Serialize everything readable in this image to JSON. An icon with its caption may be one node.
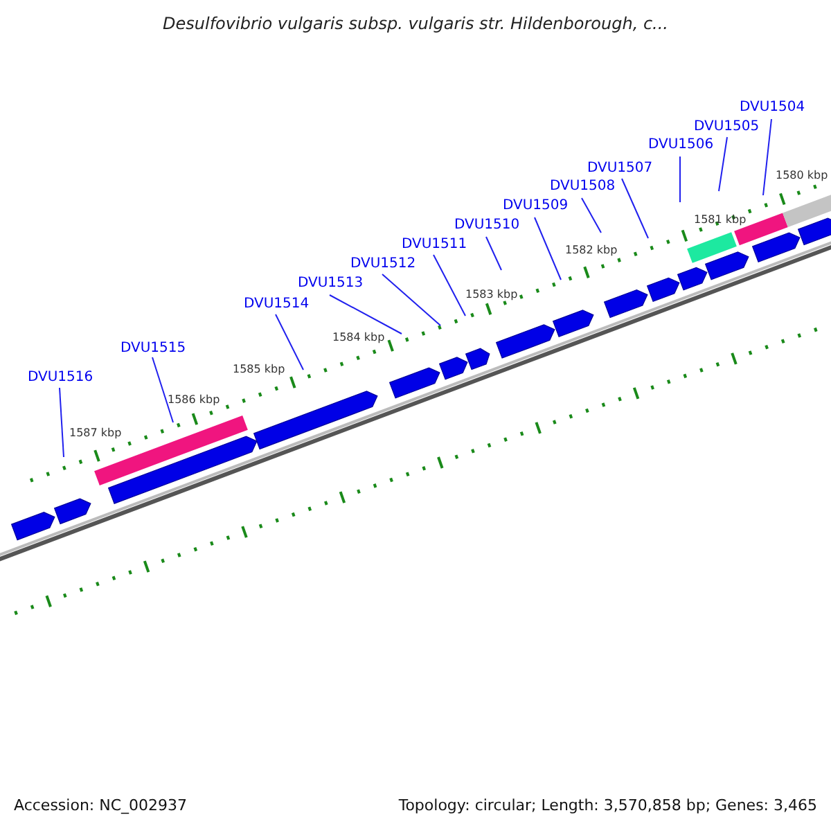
{
  "diagram": {
    "title": "Desulfovibrio vulgaris subsp. vulgaris str. Hildenborough, c...",
    "nodes": [
      {
        "text": [
          "DVU1516"
        ]
      },
      {
        "text": [
          "DVU1515"
        ]
      },
      {
        "text": [
          "DVU1514"
        ]
      },
      {
        "text": [
          "DVU1513"
        ]
      },
      {
        "text": [
          "DVU1512"
        ]
      },
      {
        "text": [
          "DVU1511"
        ]
      },
      {
        "text": [
          "DVU1510"
        ]
      },
      {
        "text": [
          "DVU1509"
        ]
      },
      {
        "text": [
          "DVU1508"
        ]
      },
      {
        "text": [
          "DVU1507"
        ]
      },
      {
        "text": [
          "DVU1506"
        ]
      },
      {
        "text": [
          "DVU1505"
        ]
      },
      {
        "text": [
          "DVU1504"
        ]
      }
    ],
    "edges": [
      {
        "from": 0,
        "to": null,
        "arrow": "none"
      },
      {
        "from": 1,
        "to": null,
        "arrow": "none"
      },
      {
        "from": 2,
        "to": null,
        "arrow": "none"
      },
      {
        "from": 3,
        "to": null,
        "arrow": "none"
      },
      {
        "from": 4,
        "to": null,
        "arrow": "none"
      },
      {
        "from": 5,
        "to": null,
        "arrow": "none"
      },
      {
        "from": 6,
        "to": null,
        "arrow": "none"
      },
      {
        "from": 7,
        "to": null,
        "arrow": "none"
      },
      {
        "from": 8,
        "to": null,
        "arrow": "none"
      },
      {
        "from": 9,
        "to": null,
        "arrow": "none"
      },
      {
        "from": 10,
        "to": null,
        "arrow": "none"
      },
      {
        "from": 11,
        "to": null,
        "arrow": "none"
      },
      {
        "from": 12,
        "to": null,
        "arrow": "none"
      }
    ],
    "labels": [
      "1587 kbp",
      "1586 kbp",
      "1585 kbp",
      "1584 kbp",
      "1583 kbp",
      "1582 kbp",
      "1581 kbp",
      "1580 kbp",
      "Accession: NC_002937",
      "Topology: circular; Length: 3,570,858 bp; Genes: 3,465"
    ]
  }
}
